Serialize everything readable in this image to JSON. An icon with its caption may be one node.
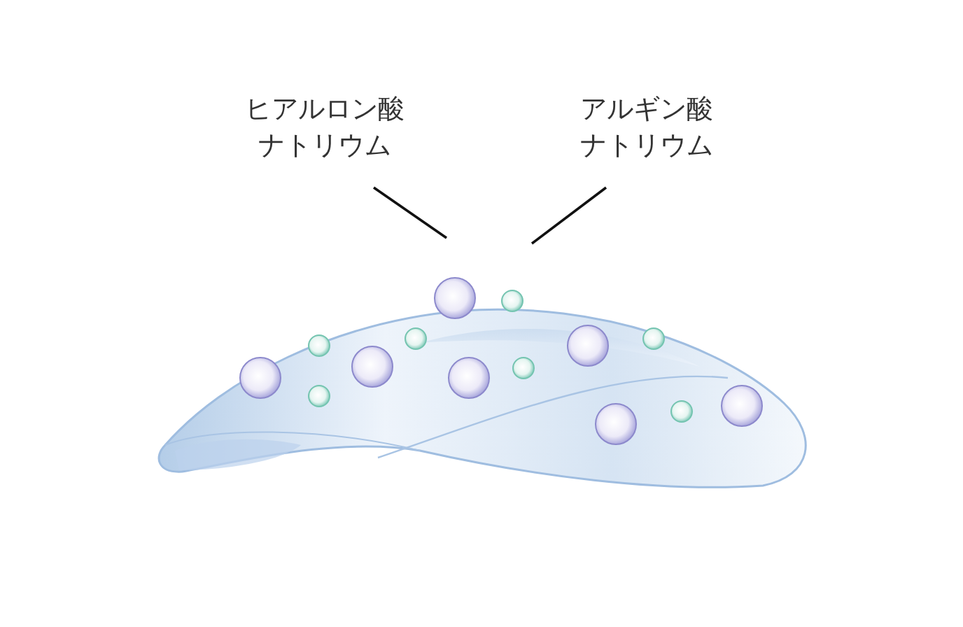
{
  "diagram": {
    "nodes": [
      {
        "text": [
          "ヒアルロン酸ナトリウム"
        ]
      },
      {
        "text": [
          "アルギン酸ナトリウム"
        ]
      }
    ],
    "edges": [
      {
        "from": 0,
        "to": null,
        "arrow": "none"
      },
      {
        "from": 1,
        "to": null,
        "arrow": "none"
      }
    ]
  }
}
